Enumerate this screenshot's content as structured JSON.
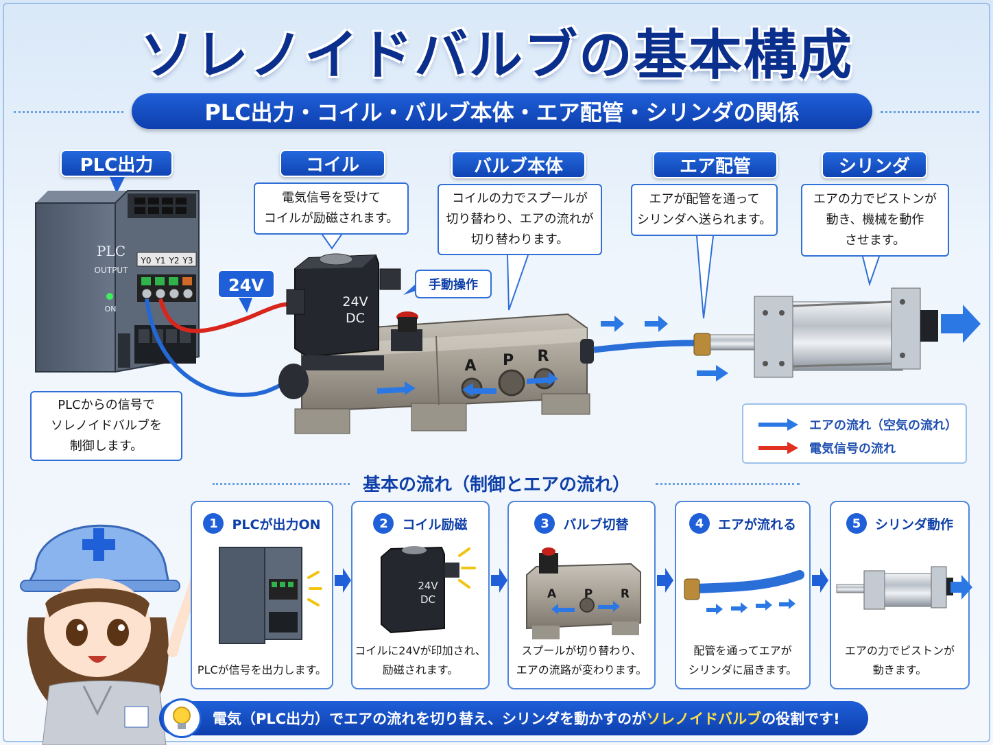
{
  "title": "ソレノイドバルブの基本構成",
  "subtitle": "PLC出力・コイル・バルブ本体・エア配管・シリンダの関係",
  "sections": {
    "plc": {
      "label": "PLC出力",
      "desc_lines": [
        "PLCからの信号で",
        "ソレノイドバルブを",
        "制御します。"
      ]
    },
    "coil": {
      "label": "コイル",
      "desc_lines": [
        "電気信号を受けて",
        "コイルが励磁されます。"
      ]
    },
    "valve": {
      "label": "バルブ本体",
      "desc_lines": [
        "コイルの力でスプールが",
        "切り替わり、エアの流れが",
        "切り替わります。"
      ]
    },
    "pipe": {
      "label": "エア配管",
      "desc_lines": [
        "エアが配管を通って",
        "シリンダへ送られます。"
      ]
    },
    "cylinder": {
      "label": "シリンダ",
      "desc_lines": [
        "エアの力でピストンが",
        "動き、機械を動作",
        "させます。"
      ]
    }
  },
  "device_text": {
    "plc_name": "PLC",
    "plc_output": "OUTPUT",
    "plc_on": "ON",
    "terminals": [
      "Y0",
      "Y1",
      "Y2",
      "Y3"
    ],
    "voltage_tag": "24V",
    "coil_line1": "24V",
    "coil_line2": "DC",
    "manual": "手動操作",
    "ports": [
      "A",
      "P",
      "R"
    ]
  },
  "legend": {
    "air": "エアの流れ（空気の流れ）",
    "signal": "電気信号の流れ"
  },
  "flow_title": "基本の流れ（制御とエアの流れ）",
  "steps": [
    {
      "num": "1",
      "title": "PLCが出力ON",
      "desc_lines": [
        "PLCが信号を出力します。"
      ]
    },
    {
      "num": "2",
      "title": "コイル励磁",
      "desc_lines": [
        "コイルに24Vが印加され、",
        "励磁されます。"
      ]
    },
    {
      "num": "3",
      "title": "バルブ切替",
      "desc_lines": [
        "スプールが切り替わり、",
        "エアの流路が変わります。"
      ]
    },
    {
      "num": "4",
      "title": "エアが流れる",
      "desc_lines": [
        "配管を通ってエアが",
        "シリンダに届きます。"
      ]
    },
    {
      "num": "5",
      "title": "シリンダ動作",
      "desc_lines": [
        "エアの力でピストンが",
        "動きます。"
      ]
    }
  ],
  "bottom": {
    "before": "電気（PLC出力）でエアの流れを切り替え、シリンダを動かすのが",
    "highlight": "ソレノイドバルブ",
    "after": "の役割です!"
  },
  "colors": {
    "air": "#2b78e4",
    "signal": "#e03020",
    "brand": "#1f5fd8"
  }
}
